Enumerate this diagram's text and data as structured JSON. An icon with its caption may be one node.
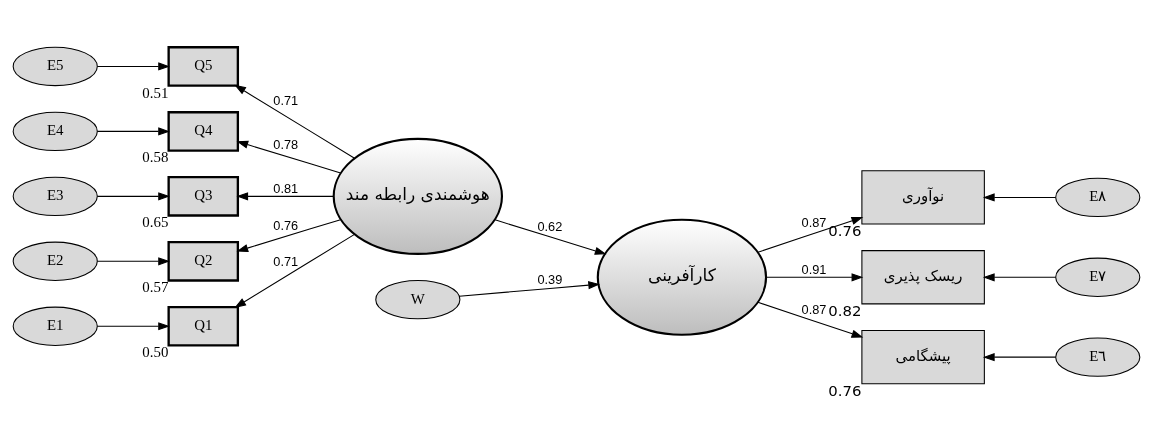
{
  "diagram": {
    "nodes": [
      {
        "text": [
          "E5"
        ]
      },
      {
        "text": [
          "Q5"
        ],
        "beside": [
          "0.51"
        ]
      },
      {
        "text": [
          "E4"
        ]
      },
      {
        "text": [
          "Q4"
        ],
        "beside": [
          "0.58"
        ]
      },
      {
        "text": [
          "E3"
        ]
      },
      {
        "text": [
          "Q3"
        ],
        "beside": [
          "0.65"
        ]
      },
      {
        "text": [
          "E2"
        ]
      },
      {
        "text": [
          "Q2"
        ],
        "beside": [
          "0.57"
        ]
      },
      {
        "text": [
          "E1"
        ]
      },
      {
        "text": [
          "Q1"
        ],
        "beside": [
          "0.50"
        ]
      },
      {
        "text": [
          "هوشمندی رابطه مند"
        ]
      },
      {
        "text": [
          "W"
        ]
      },
      {
        "text": [
          "کارآفرینی"
        ]
      },
      {
        "text": [
          "نوآوری"
        ],
        "beside": [
          "0.76"
        ]
      },
      {
        "text": [
          "E٨"
        ]
      },
      {
        "text": [
          "ریسک پذیری"
        ],
        "beside": [
          "0.82"
        ]
      },
      {
        "text": [
          "E٧"
        ]
      },
      {
        "text": [
          "پیشگامی"
        ],
        "beside": [
          "0.76"
        ]
      },
      {
        "text": [
          "E٦"
        ]
      }
    ],
    "edges": [
      {
        "from": 0,
        "to": 1,
        "arrow": "to"
      },
      {
        "from": 2,
        "to": 3,
        "arrow": "to"
      },
      {
        "from": 4,
        "to": 5,
        "arrow": "to"
      },
      {
        "from": 6,
        "to": 7,
        "arrow": "to"
      },
      {
        "from": 8,
        "to": 9,
        "arrow": "to"
      },
      {
        "from": 10,
        "to": 1,
        "arrow": "to",
        "label": "0.71"
      },
      {
        "from": 10,
        "to": 3,
        "arrow": "to",
        "label": "0.78"
      },
      {
        "from": 10,
        "to": 5,
        "arrow": "to",
        "label": "0.81"
      },
      {
        "from": 10,
        "to": 7,
        "arrow": "to",
        "label": "0.76"
      },
      {
        "from": 10,
        "to": 9,
        "arrow": "to",
        "label": "0.71"
      },
      {
        "from": 10,
        "to": 12,
        "arrow": "to",
        "label": "0.62"
      },
      {
        "from": 11,
        "to": 12,
        "arrow": "to",
        "label": "0.39"
      },
      {
        "from": 12,
        "to": 13,
        "arrow": "to",
        "label": "0.87"
      },
      {
        "from": 12,
        "to": 15,
        "arrow": "to",
        "label": "0.91"
      },
      {
        "from": 12,
        "to": 17,
        "arrow": "to",
        "label": "0.87"
      },
      {
        "from": 14,
        "to": 13,
        "arrow": "to"
      },
      {
        "from": 16,
        "to": 15,
        "arrow": "to"
      },
      {
        "from": 18,
        "to": 17,
        "arrow": "to"
      }
    ]
  }
}
